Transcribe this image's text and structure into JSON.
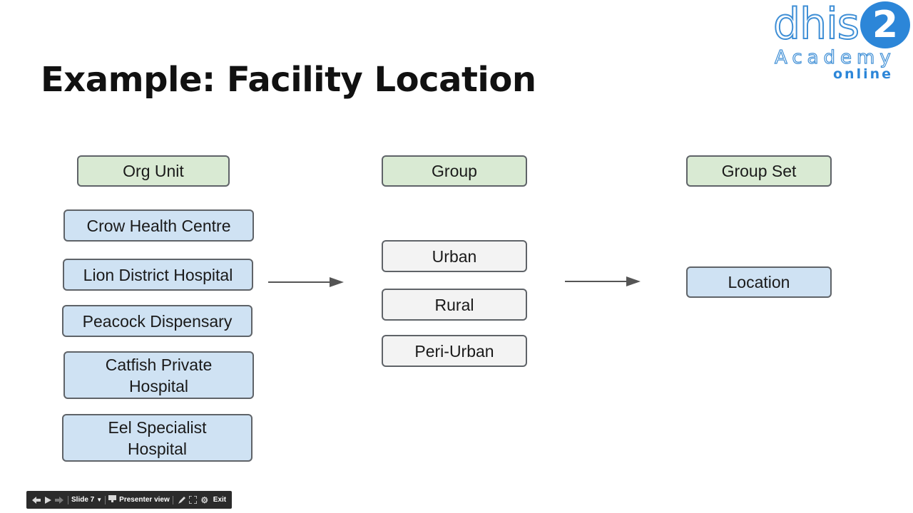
{
  "slide": {
    "title": "Example: Facility Location"
  },
  "logo": {
    "word": "dhis",
    "number": "2",
    "academy": "Academy",
    "online": "online"
  },
  "columns": {
    "org_unit": {
      "header": "Org Unit",
      "items": [
        "Crow Health Centre",
        "Lion District Hospital",
        "Peacock Dispensary",
        "Catfish Private Hospital",
        "Eel Specialist Hospital"
      ]
    },
    "group": {
      "header": "Group",
      "items": [
        "Urban",
        "Rural",
        "Peri-Urban"
      ]
    },
    "group_set": {
      "header": "Group Set",
      "items": [
        "Location"
      ]
    }
  },
  "toolbar": {
    "slide_label": "Slide 7",
    "presenter_view_label": "Presenter view",
    "exit_label": "Exit",
    "icons": [
      "arrow-left-icon",
      "play-icon",
      "arrow-right-icon",
      "chevron-down-icon",
      "presenter-icon",
      "pen-icon",
      "fullscreen-icon",
      "gear-icon"
    ]
  }
}
